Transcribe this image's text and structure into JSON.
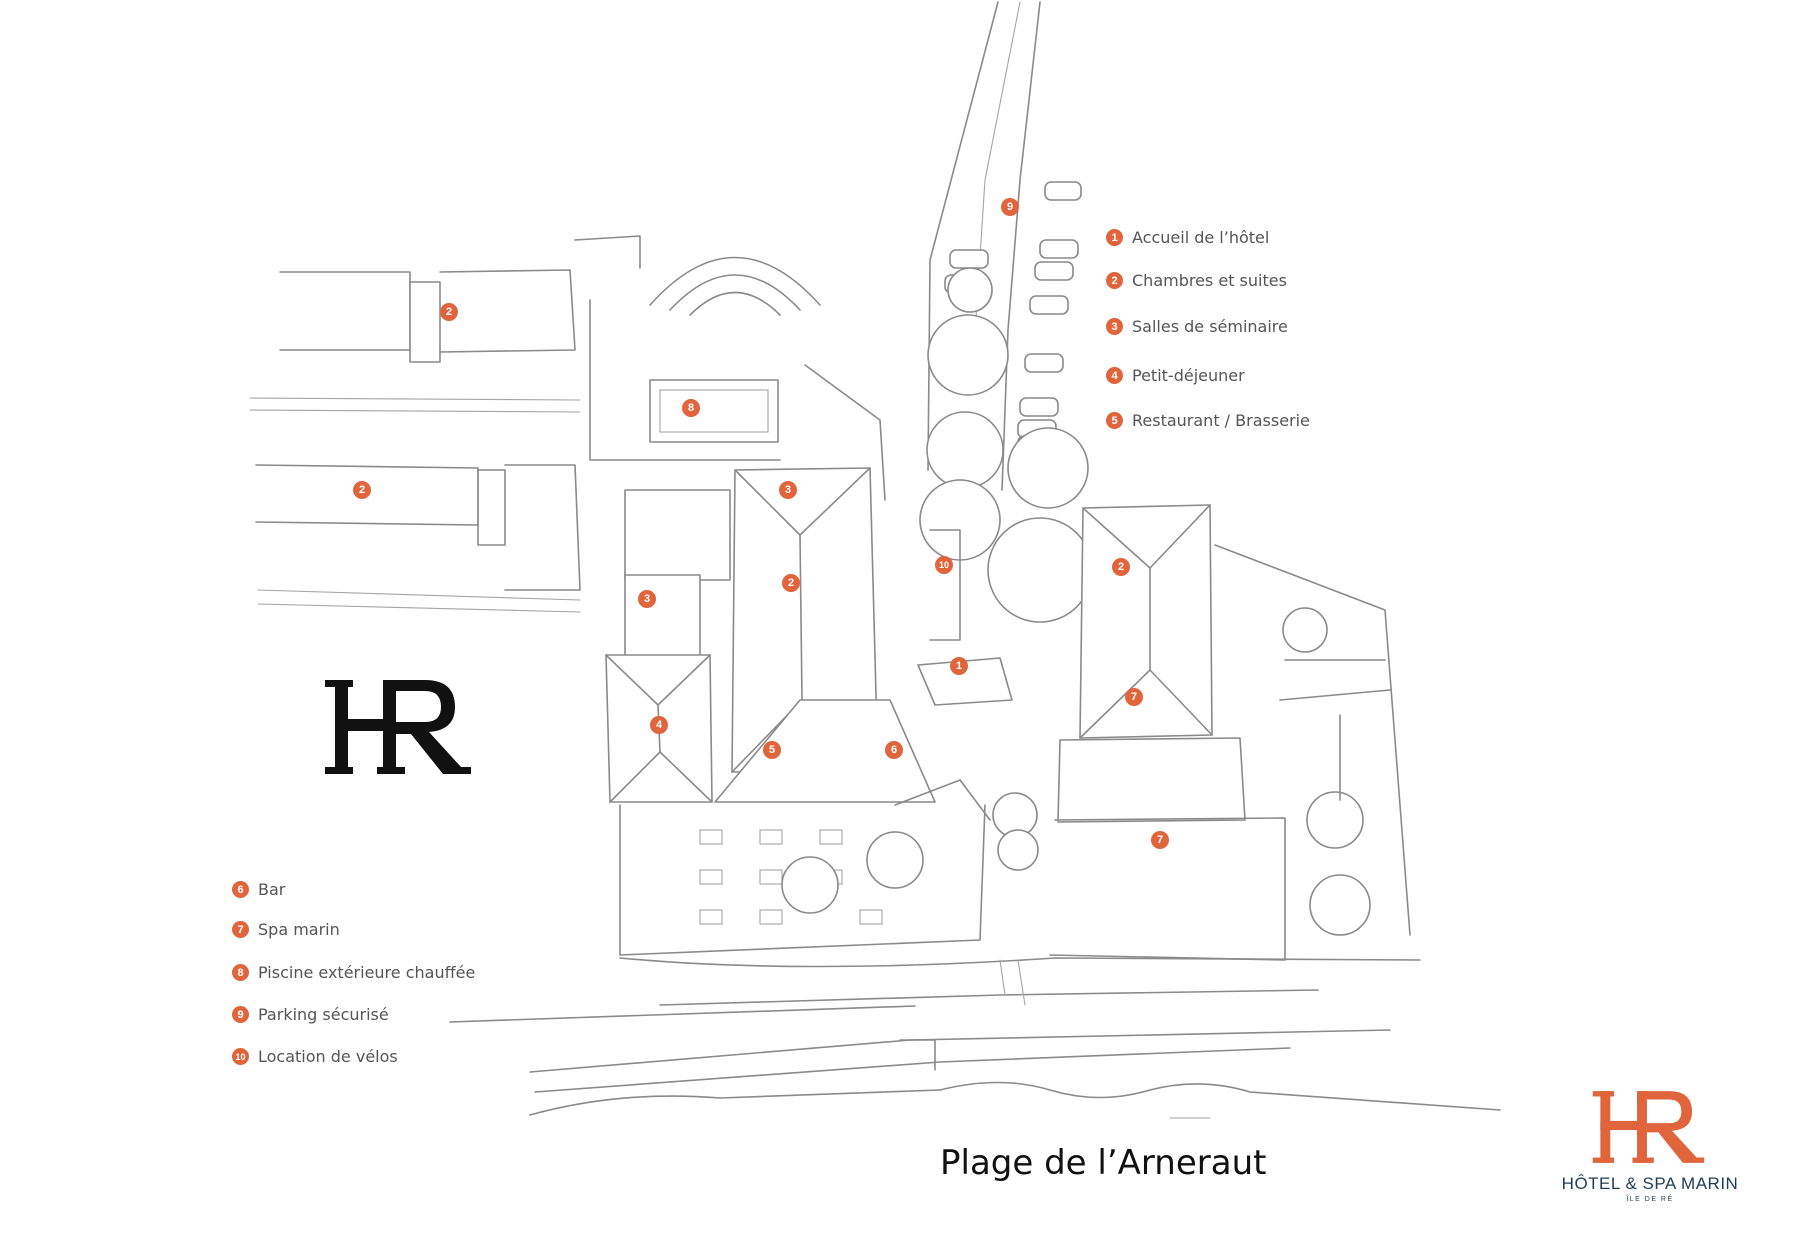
{
  "legend_right": [
    {
      "number": "1",
      "label": "Accueil de l’hôtel"
    },
    {
      "number": "2",
      "label": "Chambres et suites"
    },
    {
      "number": "3",
      "label": "Salles de séminaire"
    },
    {
      "number": "4",
      "label": "Petit-déjeuner"
    },
    {
      "number": "5",
      "label": "Restaurant / Brasserie"
    }
  ],
  "legend_left": [
    {
      "number": "6",
      "label": "Bar"
    },
    {
      "number": "7",
      "label": "Spa marin"
    },
    {
      "number": "8",
      "label": "Piscine extérieure chauffée"
    },
    {
      "number": "9",
      "label": "Parking sécurisé"
    },
    {
      "number": "10",
      "label": "Location de vélos"
    }
  ],
  "map_markers": [
    "2",
    "2",
    "8",
    "9",
    "3",
    "2",
    "3",
    "4",
    "5",
    "6",
    "10",
    "1",
    "2",
    "7",
    "7"
  ],
  "beach_label": "Plage de l’Arneraut",
  "logo": {
    "monogram": "HR",
    "name": "HÔTEL & SPA MARIN",
    "subtitle": "ÎLE DE RÉ"
  },
  "colors": {
    "marker": "#e0643c",
    "line": "#8a8a8a",
    "brand_orange": "#e0643c",
    "brand_navy": "#1f3d56",
    "text": "#555555"
  }
}
